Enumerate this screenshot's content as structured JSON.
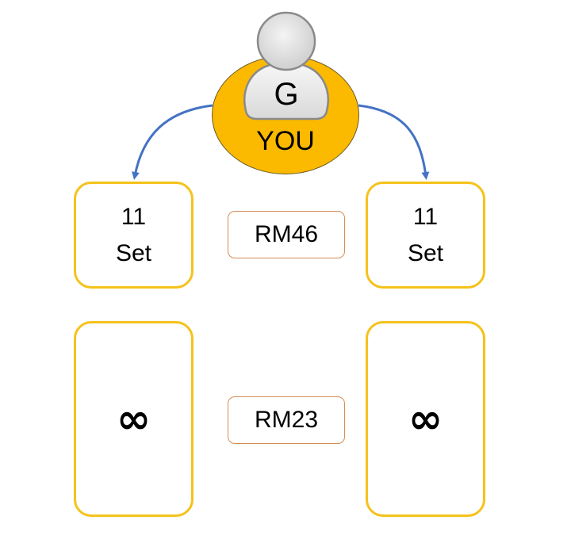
{
  "user": {
    "initial": "G",
    "label": "YOU",
    "icon": "user-avatar-icon"
  },
  "colors": {
    "circle_fill": "#fbb900",
    "card_border": "#f5c21b",
    "price_border": "#d68d55",
    "arrow": "#4472c4"
  },
  "rows": [
    {
      "left_card": {
        "value": "11",
        "unit": "Set"
      },
      "price": "RM46",
      "right_card": {
        "value": "11",
        "unit": "Set"
      }
    },
    {
      "left_card": {
        "value": "∞"
      },
      "price": "RM23",
      "right_card": {
        "value": "∞"
      }
    }
  ]
}
